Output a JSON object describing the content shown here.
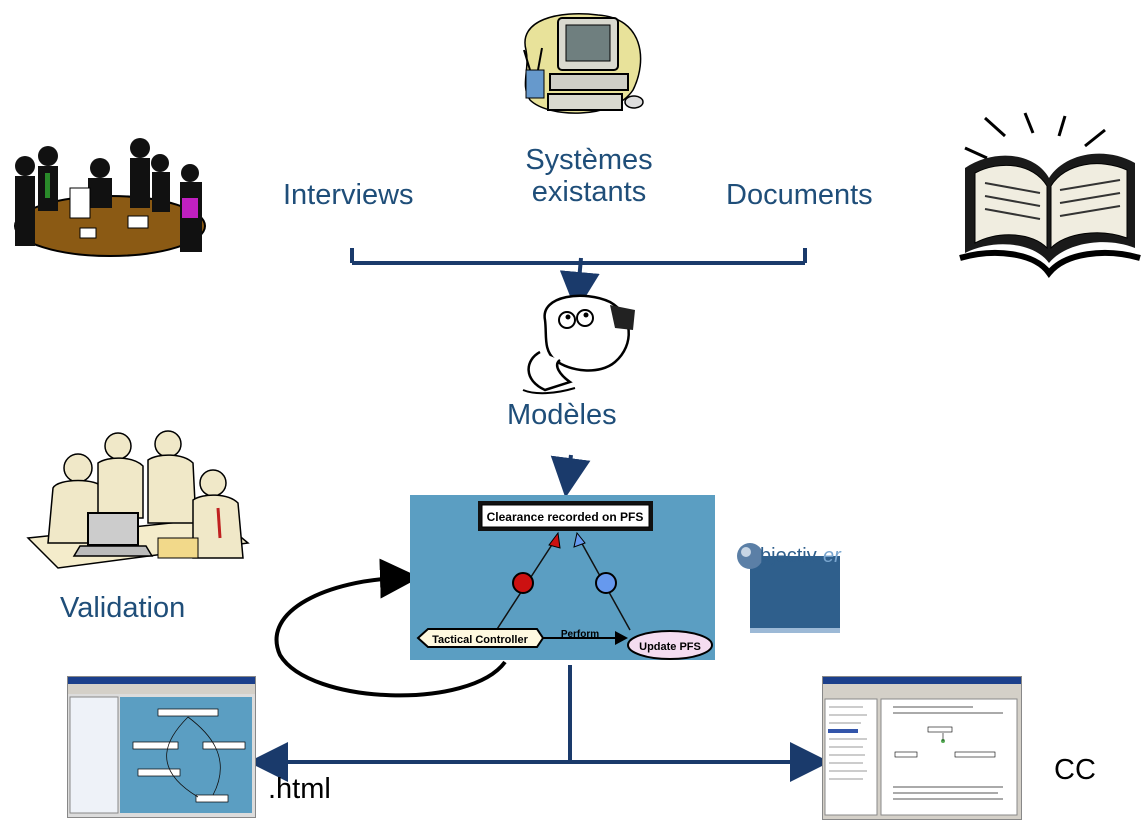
{
  "sources": {
    "interviews": "Interviews",
    "systemes_line1": "Systèmes",
    "systemes_line2": "existants",
    "documents": "Documents"
  },
  "modeles": "Modèles",
  "validation": "Validation",
  "model_diagram": {
    "goal": "Clearance recorded on PFS",
    "agent": "Tactical Controller",
    "relation": "Perform",
    "operation": "Update PFS",
    "colors": {
      "background": "#5b9ec2",
      "red_node": "#cc1111",
      "blue_node": "#6699ee"
    }
  },
  "objectiver_logo": {
    "text_o": "O",
    "text_rest": "bjectiv",
    "text_er": "er"
  },
  "outputs": {
    "html": ".html",
    "cc": "CC"
  },
  "colors": {
    "label": "#1f4e79",
    "arrow": "#1a3a6b"
  },
  "icons": [
    "meeting-clipart-icon",
    "computer-clipart-icon",
    "open-book-clipart-icon",
    "thinker-clipart-icon",
    "team-laptop-clipart-icon",
    "webpage-screenshot-icon",
    "document-screenshot-icon"
  ]
}
